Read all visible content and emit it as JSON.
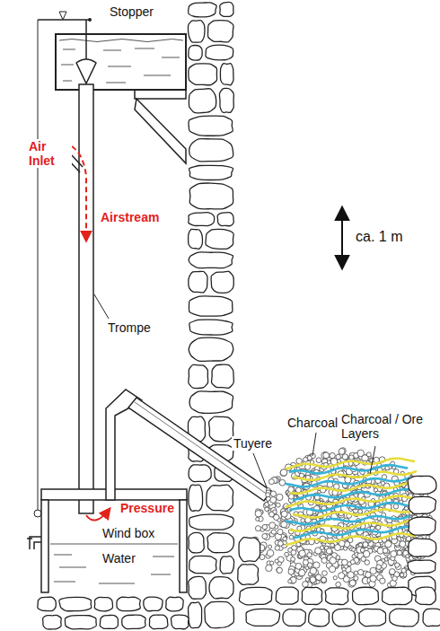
{
  "diagram": {
    "labels": [
      "Stopper",
      "Air Inlet",
      "Airstream",
      "ca. 1 m",
      "Trompe",
      "Tuyere",
      "Charcoal",
      "Charcoal / Ore Layers",
      "Pressure",
      "Wind box",
      "Water"
    ]
  }
}
